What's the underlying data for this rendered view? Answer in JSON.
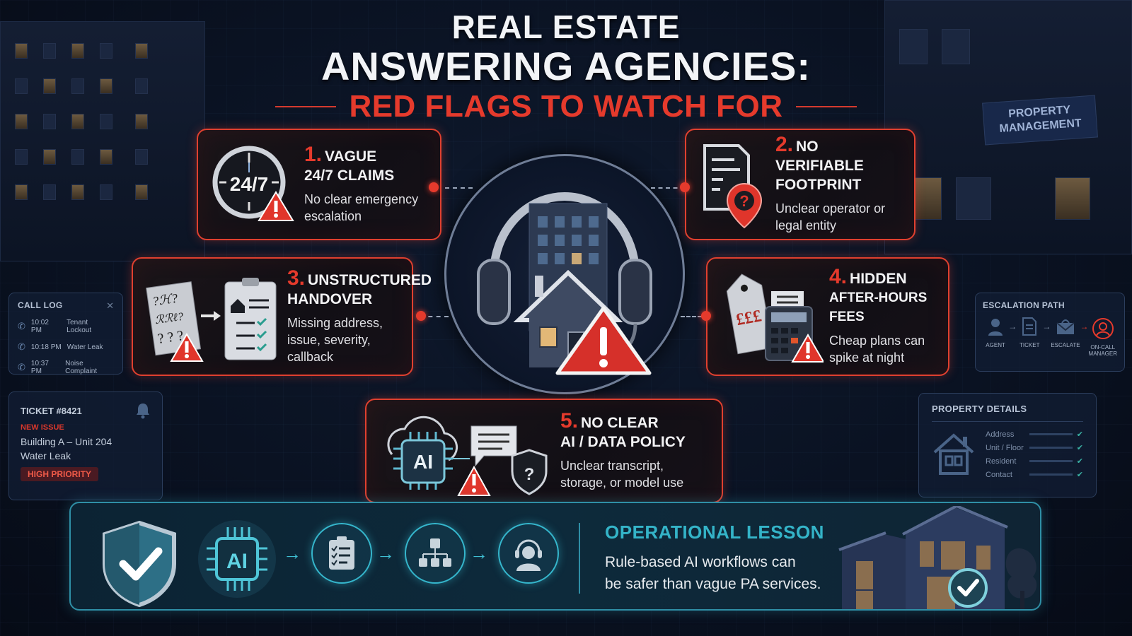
{
  "header": {
    "title_line1": "REAL ESTATE",
    "title_line2": "ANSWERING AGENCIES:",
    "subtitle": "RED FLAGS TO WATCH FOR"
  },
  "colors": {
    "accent_red": "#e53a2c",
    "accent_teal": "#34b4c8",
    "background": "#0a1222"
  },
  "red_flags": [
    {
      "number": "1.",
      "title_line1": "VAGUE",
      "title_line2": "24/7 CLAIMS",
      "description": "No clear emergency escalation",
      "icon": "clock-24-7-warning-icon",
      "icon_text": "24/7"
    },
    {
      "number": "2.",
      "title_line1": "NO VERIFIABLE",
      "title_line2": "FOOTPRINT",
      "description": "Unclear operator or legal entity",
      "icon": "document-location-question-icon"
    },
    {
      "number": "3.",
      "title_line1": "UNSTRUCTURED",
      "title_line2": "HANDOVER",
      "description": "Missing address, issue, severity, callback",
      "icon": "messy-note-to-checklist-icon"
    },
    {
      "number": "4.",
      "title_line1": "HIDDEN",
      "title_line2": "AFTER-HOURS FEES",
      "description": "Cheap plans can spike at night",
      "icon": "price-tag-calculator-icon",
      "icon_text": "£££"
    },
    {
      "number": "5.",
      "title_line1": "NO CLEAR",
      "title_line2": "AI / DATA POLICY",
      "description": "Unclear transcript, storage, or model use",
      "icon": "ai-chip-chat-shield-icon",
      "icon_text": "AI"
    }
  ],
  "center_graphic": {
    "icon": "headset-building-house-warning-icon"
  },
  "call_log": {
    "title": "CALL LOG",
    "entries": [
      {
        "time": "10:02 PM",
        "label": "Tenant Lockout"
      },
      {
        "time": "10:18 PM",
        "label": "Water Leak"
      },
      {
        "time": "10:37 PM",
        "label": "Noise Complaint"
      }
    ]
  },
  "ticket": {
    "title": "TICKET #8421",
    "status": "NEW ISSUE",
    "location": "Building A – Unit 204",
    "issue": "Water Leak",
    "priority": "HIGH PRIORITY"
  },
  "escalation_path": {
    "title": "ESCALATION PATH",
    "steps": [
      {
        "label": "AGENT",
        "icon": "user-icon"
      },
      {
        "label": "TICKET",
        "icon": "document-icon"
      },
      {
        "label": "ESCALATE",
        "icon": "envelope-icon"
      },
      {
        "label": "ON-CALL MANAGER",
        "icon": "manager-user-icon"
      }
    ]
  },
  "property_details": {
    "title": "PROPERTY DETAILS",
    "fields": [
      "Address",
      "Unit / Floor",
      "Resident",
      "Contact"
    ]
  },
  "background_sign": {
    "line1": "PROPERTY",
    "line2": "MANAGEMENT"
  },
  "operational_lesson": {
    "title": "OPERATIONAL LESSON",
    "text_line1": "Rule-based AI workflows can",
    "text_line2": "be safer than vague PA services.",
    "workflow": [
      {
        "icon": "shield-check-icon"
      },
      {
        "icon": "ai-chip-icon",
        "text": "AI"
      },
      {
        "icon": "checklist-icon"
      },
      {
        "icon": "hierarchy-icon"
      },
      {
        "icon": "headset-agent-icon"
      }
    ]
  }
}
